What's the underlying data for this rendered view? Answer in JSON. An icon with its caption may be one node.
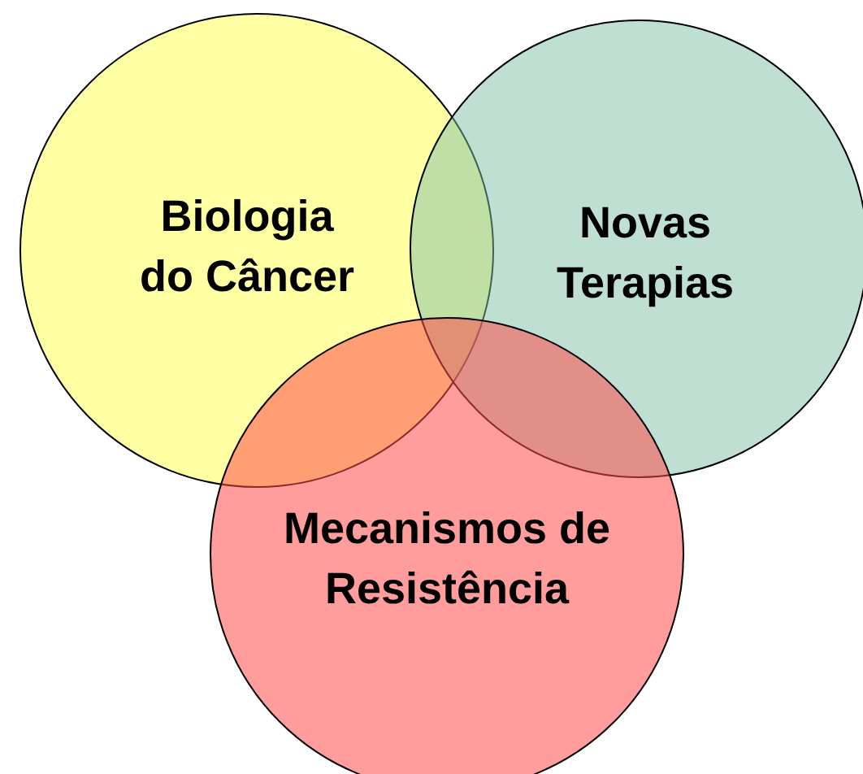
{
  "diagram": {
    "nodes": [
      {
        "text": [
          "Biologia do Câncer"
        ]
      },
      {
        "text": [
          "Novas Terapias"
        ]
      },
      {
        "text": [
          "Mecanismos de Resistência"
        ]
      }
    ]
  }
}
